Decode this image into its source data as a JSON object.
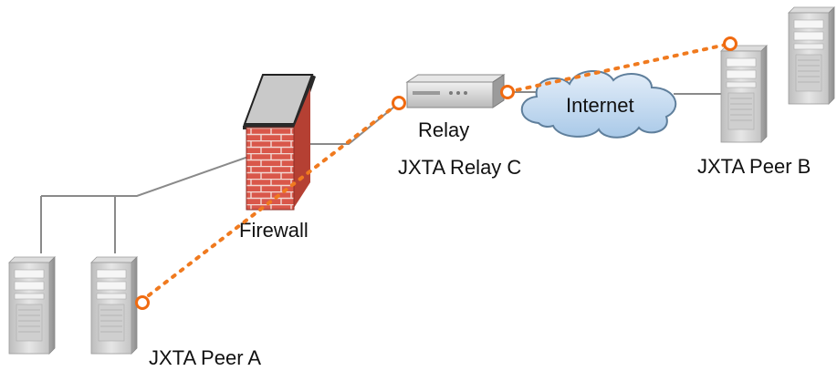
{
  "labels": {
    "firewall": "Firewall",
    "relay": "Relay",
    "relay_name": "JXTA Relay C",
    "internet": "Internet",
    "peer_a": "JXTA Peer A",
    "peer_b": "JXTA Peer B"
  },
  "colors": {
    "link_line": "#8a8a8a",
    "dotted_path": "#f07a1f",
    "endpoint_ring": "#f06a10",
    "brick": "#d9574a",
    "cloud_fill": "#c9dff2",
    "server_body": "#d6d6d6"
  },
  "icons": [
    "server-icon",
    "firewall-wall-icon",
    "relay-device-icon",
    "internet-cloud-icon"
  ]
}
